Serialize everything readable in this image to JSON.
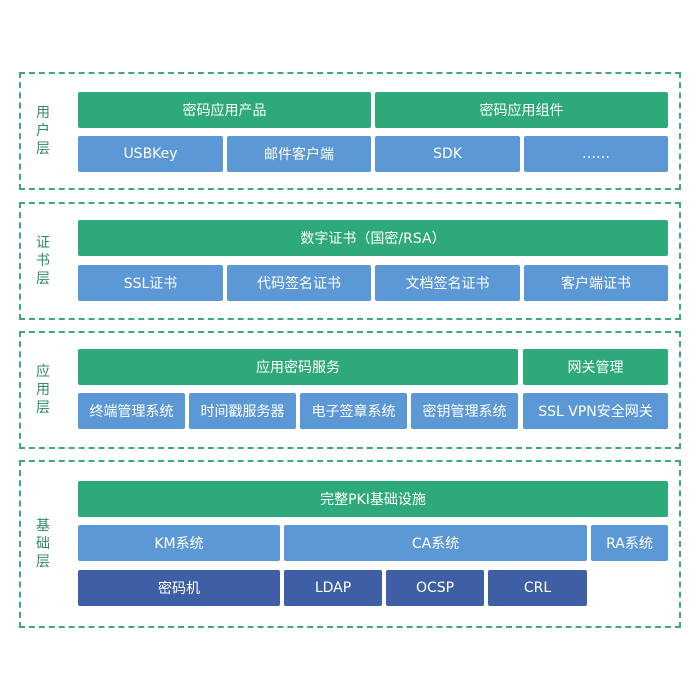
{
  "layers": [
    {
      "label": [
        "用",
        "户",
        "层"
      ],
      "rows": [
        [
          "密码应用产品",
          "密码应用组件"
        ],
        [
          "USBKey",
          "邮件客户端",
          "SDK",
          "……"
        ]
      ]
    },
    {
      "label": [
        "证",
        "书",
        "层"
      ],
      "rows": [
        [
          "数字证书（国密/RSA）"
        ],
        [
          "SSL证书",
          "代码签名证书",
          "文档签名证书",
          "客户端证书"
        ]
      ]
    },
    {
      "label": [
        "应",
        "用",
        "层"
      ],
      "rows": [
        [
          "应用密码服务",
          "网关管理"
        ],
        [
          "终端管理系统",
          "时间戳服务器",
          "电子签章系统",
          "密钥管理系统",
          "SSL VPN安全网关"
        ]
      ]
    },
    {
      "label": [
        "基",
        "础",
        "层"
      ],
      "rows": [
        [
          "完整PKI基础设施"
        ],
        [
          "KM系统",
          "CA系统",
          "RA系统"
        ],
        [
          "密码机",
          "LDAP",
          "OCSP",
          "CRL"
        ]
      ]
    }
  ],
  "colors": {
    "border": "#3daa7a",
    "label": "#2d8d62",
    "green_box": "#2ea97a",
    "blue_box": "#5b98d5",
    "navy_box": "#3e5fa5"
  }
}
